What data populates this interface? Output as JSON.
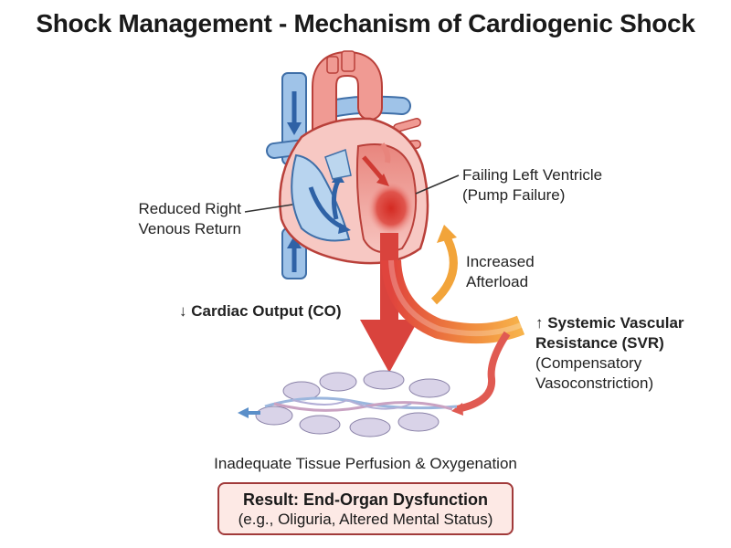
{
  "title": "Shock Management - Mechanism of Cardiogenic Shock",
  "labels": {
    "failing_lv_line1": "Failing Left Ventricle",
    "failing_lv_line2": "(Pump Failure)",
    "reduced_rv_line1": "Reduced Right",
    "reduced_rv_line2": "Venous Return",
    "afterload_line1": "Increased",
    "afterload_line2": "Afterload",
    "cardiac_output": "↓ Cardiac Output (CO)",
    "svr_line1": "↑ Systemic Vascular",
    "svr_line2": "Resistance (SVR)",
    "svr_line3": "(Compensatory",
    "svr_line4": "Vasoconstriction)",
    "perfusion": "Inadequate Tissue Perfusion & Oxygenation"
  },
  "result": {
    "line1": "Result: End-Organ Dysfunction",
    "line2": "(e.g., Oliguria, Altered Mental Status)"
  },
  "colors": {
    "venous_blue": "#5b8fc9",
    "heart_pink": "#f4b6b0",
    "arterial_red": "#d9433d",
    "afterload_orange": "#f2a43a",
    "result_border": "#a13a3a",
    "result_fill": "#fde9e5"
  }
}
